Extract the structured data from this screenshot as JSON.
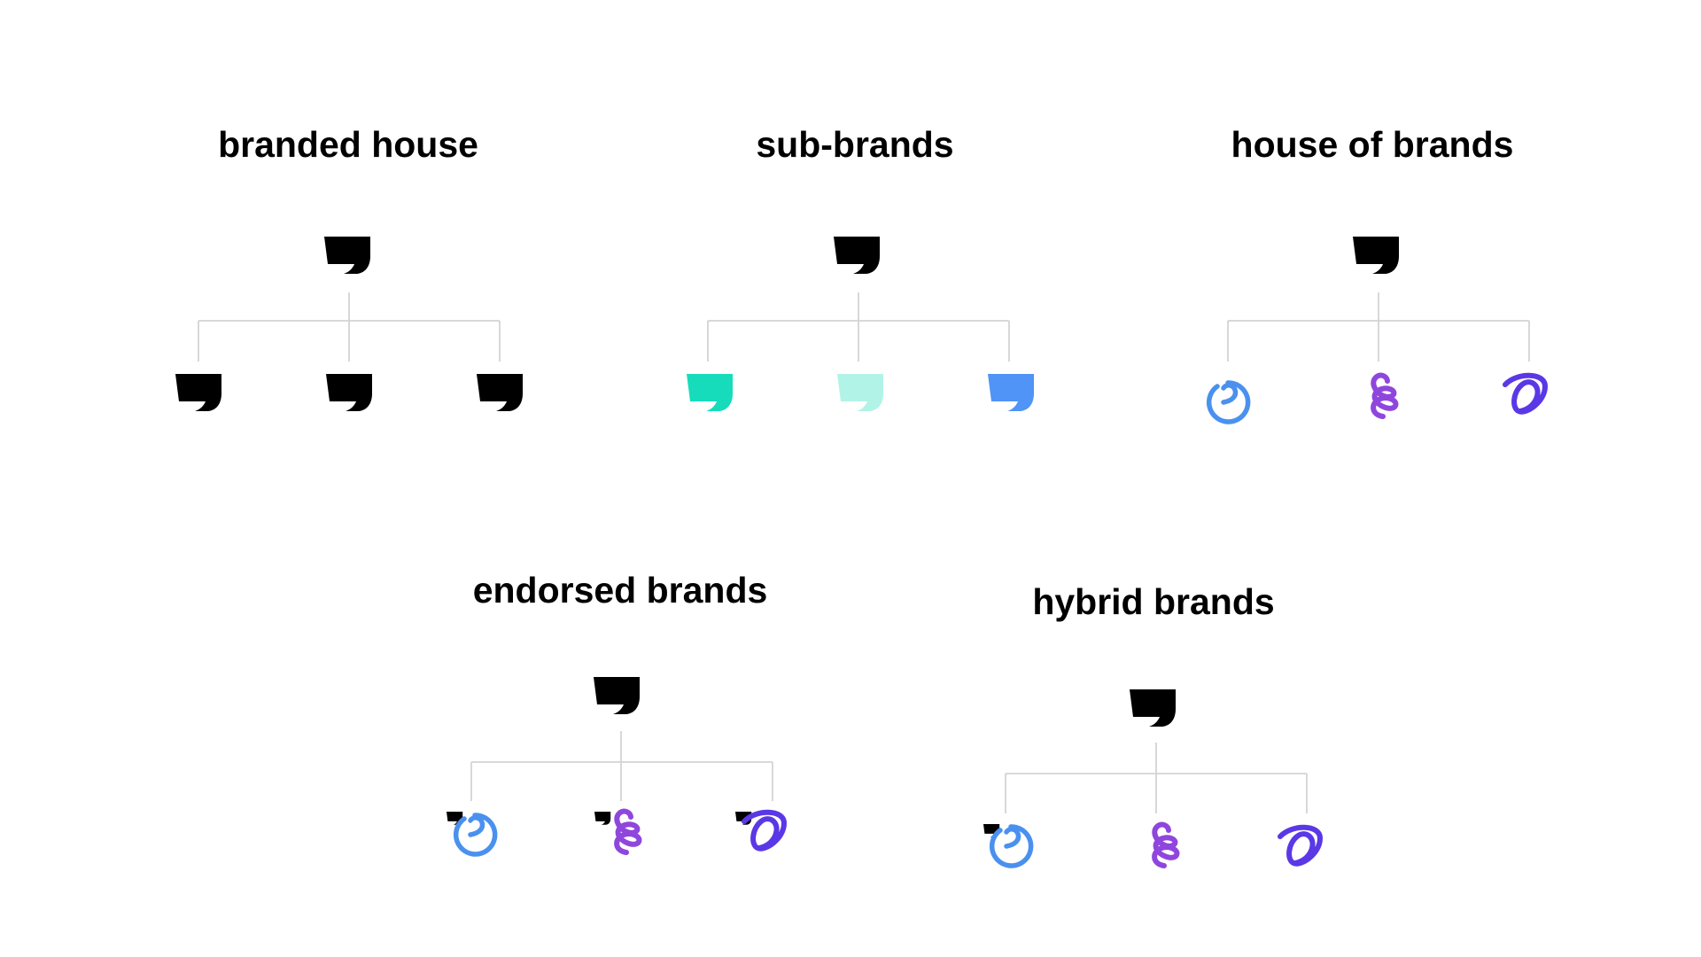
{
  "colors": {
    "background": "#ffffff",
    "title": "#000000",
    "connector": "#d4d4d4",
    "master_brand": "#000000",
    "sub_brand_teal": "#16dcbc",
    "sub_brand_mint": "#b2f3e7",
    "sub_brand_blue": "#4f94f6",
    "circle_brand": "#4a91ef",
    "squiggle_brand": "#8f46dd",
    "loop_brand": "#5a38e6"
  },
  "architectures": [
    {
      "id": "branded-house",
      "title": "branded house",
      "parent_icon": "master-brand-mark-icon",
      "children": [
        {
          "icon": "master-brand-mark-icon",
          "color": "#000000"
        },
        {
          "icon": "master-brand-mark-icon",
          "color": "#000000"
        },
        {
          "icon": "master-brand-mark-icon",
          "color": "#000000"
        }
      ]
    },
    {
      "id": "sub-brands",
      "title": "sub-brands",
      "parent_icon": "master-brand-mark-icon",
      "children": [
        {
          "icon": "teal-brand-mark-icon",
          "color": "#16dcbc"
        },
        {
          "icon": "mint-brand-mark-icon",
          "color": "#b2f3e7"
        },
        {
          "icon": "blue-brand-mark-icon",
          "color": "#4f94f6"
        }
      ]
    },
    {
      "id": "house-of-brands",
      "title": "house of brands",
      "parent_icon": "master-brand-mark-icon",
      "children": [
        {
          "icon": "circle-swirl-logo-icon",
          "color": "#4a91ef"
        },
        {
          "icon": "squiggle-logo-icon",
          "color": "#8f46dd"
        },
        {
          "icon": "loop-logo-icon",
          "color": "#5a38e6"
        }
      ]
    },
    {
      "id": "endorsed-brands",
      "title": "endorsed brands",
      "parent_icon": "master-brand-mark-icon",
      "children": [
        {
          "icon": "circle-swirl-logo-icon",
          "color": "#4a91ef",
          "endorsed": true
        },
        {
          "icon": "squiggle-logo-icon",
          "color": "#8f46dd",
          "endorsed": true
        },
        {
          "icon": "loop-logo-icon",
          "color": "#5a38e6",
          "endorsed": true
        }
      ]
    },
    {
      "id": "hybrid-brands",
      "title": "hybrid brands",
      "parent_icon": "master-brand-mark-icon",
      "children": [
        {
          "icon": "circle-swirl-logo-icon",
          "color": "#4a91ef",
          "endorsed": true
        },
        {
          "icon": "squiggle-logo-icon",
          "color": "#8f46dd"
        },
        {
          "icon": "loop-logo-icon",
          "color": "#5a38e6"
        }
      ]
    }
  ]
}
